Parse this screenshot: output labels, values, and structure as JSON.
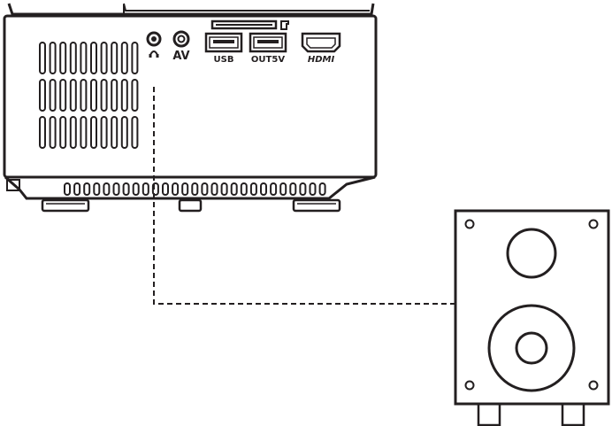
{
  "ports": {
    "headphone": {
      "icon": "headphone-icon"
    },
    "av": {
      "label": "AV"
    },
    "usb": {
      "label": "USB"
    },
    "out5v": {
      "label": "OUT5V"
    },
    "hdmi": {
      "label": "HDMI"
    },
    "sd_card": {
      "icon": "sd-card-icon"
    }
  },
  "connection": {
    "style": "dashed",
    "from": "headphone",
    "to": "speaker"
  },
  "colors": {
    "line": "#231f20",
    "background": "#ffffff"
  }
}
